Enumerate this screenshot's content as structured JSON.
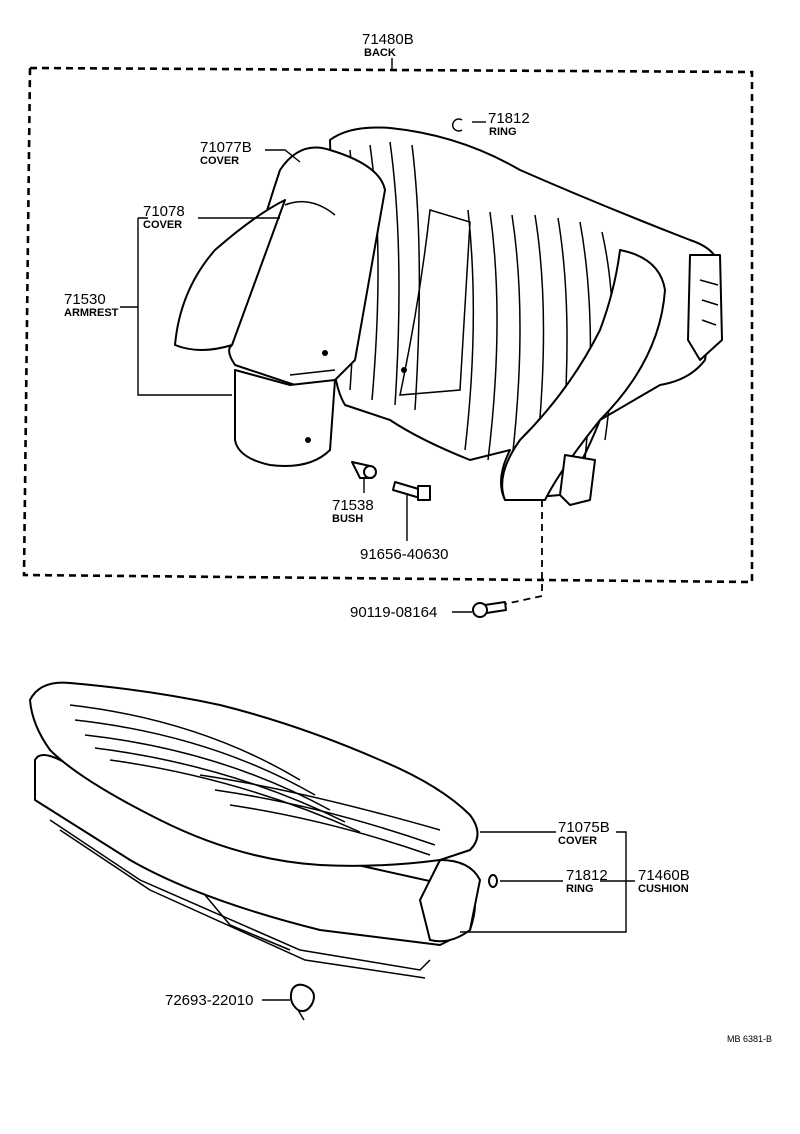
{
  "diagram": {
    "code": "MB 6381-B",
    "seat_back": {
      "assembly": {
        "number": "71480B",
        "name": "BACK"
      },
      "ring": {
        "number": "71812",
        "name": "RING"
      },
      "armrest_cover_upper": {
        "number": "71077B",
        "name": "COVER"
      },
      "armrest_cover": {
        "number": "71078",
        "name": "COVER"
      },
      "armrest": {
        "number": "71530",
        "name": "ARMREST"
      },
      "bush": {
        "number": "71538",
        "name": "BUSH"
      },
      "bolt": {
        "number": "91656-40630"
      },
      "screw": {
        "number": "90119-08164"
      }
    },
    "seat_cushion": {
      "cover": {
        "number": "71075B",
        "name": "COVER"
      },
      "ring": {
        "number": "71812",
        "name": "RING"
      },
      "assembly": {
        "number": "71460B",
        "name": "CUSHION"
      },
      "clip": {
        "number": "72693-22010"
      }
    }
  }
}
